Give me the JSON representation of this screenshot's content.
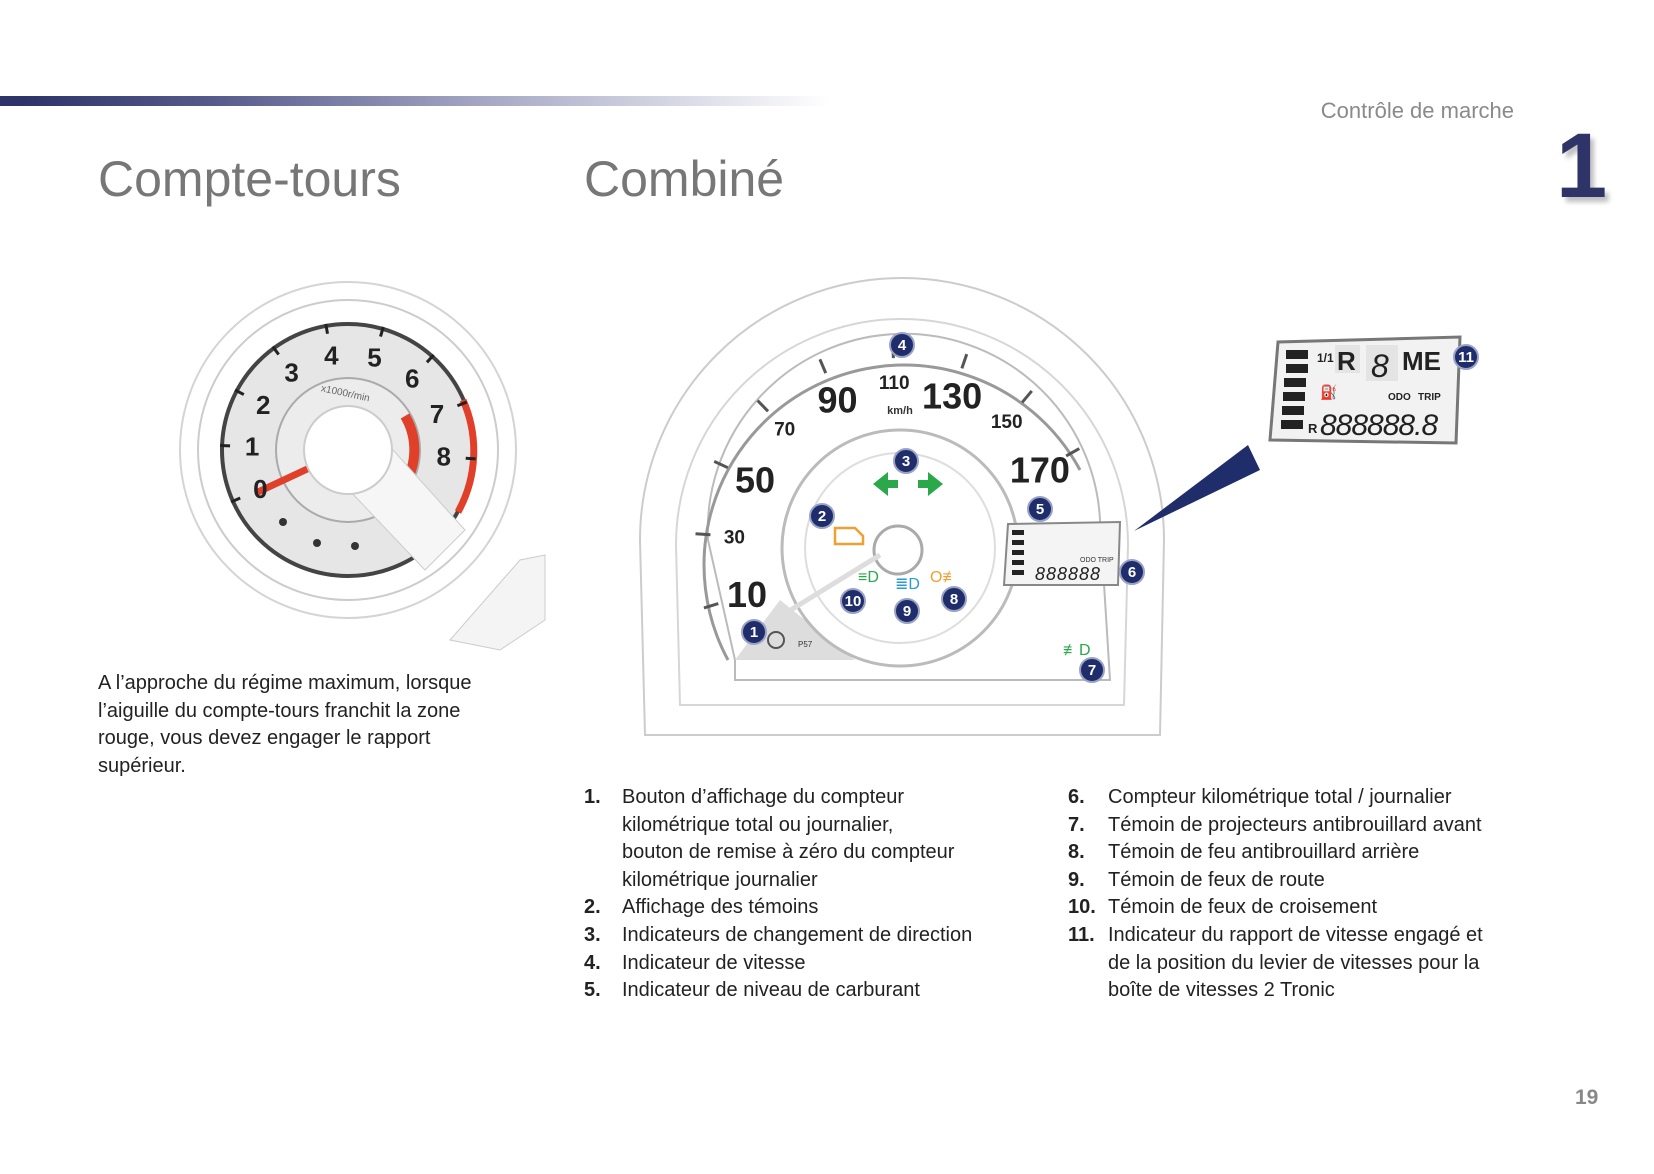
{
  "header": {
    "section": "Contrôle de marche",
    "chapter": "1"
  },
  "left": {
    "title": "Compte-tours",
    "paragraph": "A l’approche du régime maximum, lorsque l’aiguille du compte-tours franchit la zone rouge, vous devez engager le rapport supérieur.",
    "tachometer": {
      "labels": [
        "0",
        "1",
        "2",
        "3",
        "4",
        "5",
        "6",
        "7",
        "8"
      ],
      "unit": "x1000r/min"
    }
  },
  "right": {
    "title": "Combiné",
    "speedometer": {
      "labels": [
        "10",
        "30",
        "50",
        "70",
        "90",
        "110",
        "130",
        "150",
        "170"
      ],
      "unit": "km/h",
      "small_label": "P57"
    },
    "lcd": {
      "fraction": "1/1",
      "gear_r": "R",
      "gear_digit": "8",
      "mode": "ME",
      "odo": "ODO",
      "trip": "TRIP",
      "r": "R",
      "digits": "888888.8"
    },
    "small_lcd": {
      "odo_trip": "ODO TRIP",
      "digits": "888888"
    },
    "callouts": [
      "1",
      "2",
      "3",
      "4",
      "5",
      "6",
      "7",
      "8",
      "9",
      "10",
      "11"
    ],
    "list_left": [
      {
        "n": "1.",
        "lines": [
          "Bouton d’affichage du compteur",
          "kilométrique total ou journalier,",
          "bouton de remise à zéro du compteur",
          "kilométrique journalier"
        ]
      },
      {
        "n": "2.",
        "lines": [
          "Affichage des témoins"
        ]
      },
      {
        "n": "3.",
        "lines": [
          "Indicateurs de changement de direction"
        ]
      },
      {
        "n": "4.",
        "lines": [
          "Indicateur de vitesse"
        ]
      },
      {
        "n": "5.",
        "lines": [
          "Indicateur de niveau de carburant"
        ]
      }
    ],
    "list_right": [
      {
        "n": "6.",
        "lines": [
          "Compteur kilométrique total / journalier"
        ]
      },
      {
        "n": "7.",
        "lines": [
          "Témoin de projecteurs antibrouillard avant"
        ]
      },
      {
        "n": "8.",
        "lines": [
          "Témoin de feu antibrouillard arrière"
        ]
      },
      {
        "n": "9.",
        "lines": [
          "Témoin de feux de route"
        ]
      },
      {
        "n": "10.",
        "lines": [
          "Témoin de feux de croisement"
        ]
      },
      {
        "n": "11.",
        "lines": [
          "Indicateur du rapport de vitesse engagé et",
          "de la position du levier de vitesses pour la",
          "boîte de vitesses 2 Tronic"
        ]
      }
    ]
  },
  "footer": {
    "page_number": "19"
  },
  "colors": {
    "navy": "#2e3468",
    "badge": "#1f2d6b",
    "red": "#e0402a",
    "green": "#2aa84a",
    "orange": "#f0a030",
    "blue": "#2a9ad8"
  }
}
